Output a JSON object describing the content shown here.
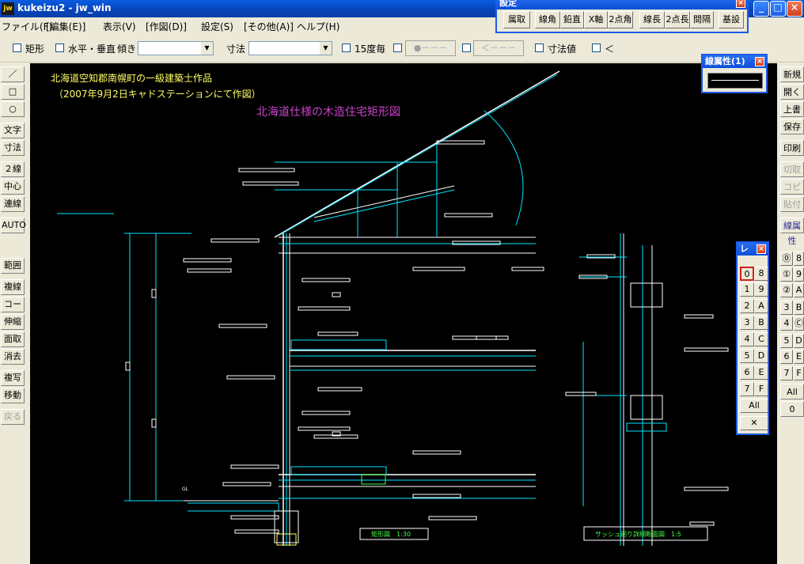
{
  "window": {
    "app_icon": "jw",
    "title": "kukeizu2 - jw_win",
    "minimize": "_",
    "maximize": "□",
    "close": "×"
  },
  "menu": [
    "ファイル(F)",
    "[編集(E)]",
    "表示(V)",
    "[作図(D)]",
    "設定(S)",
    "[その他(A)]",
    "ヘルプ(H)"
  ],
  "toolbar": {
    "rect_label": "矩形",
    "hv_label": "水平・垂直",
    "tilt_label": "傾き",
    "tilt_value": "",
    "dim_label": "寸法",
    "dim_value": "",
    "deg15_label": "15度毎",
    "btn_a": "●－－－",
    "btn_b": "＜－－－",
    "dimval_label": "寸法値",
    "lt_label": "＜"
  },
  "left_tools": [
    "／",
    "□",
    "○",
    "文字",
    "寸法",
    "２線",
    "中心線",
    "連線",
    "AUTO",
    "範囲",
    "複線",
    "コーナー",
    "伸縮",
    "面取",
    "消去",
    "複写",
    "移動",
    "戻る"
  ],
  "right_tools": [
    "新規",
    "開く",
    "上書",
    "保存",
    "印刷",
    "切取",
    "コピー",
    "貼付",
    "線属性"
  ],
  "right_layers": [
    "⓪",
    "8",
    "①",
    "9",
    "②",
    "A",
    "3",
    "B",
    "4",
    "Ⓒ",
    "5",
    "D",
    "6",
    "E",
    "7",
    "F",
    "All",
    "0"
  ],
  "settings_panel": {
    "title": "設定",
    "buttons": [
      "属取",
      "線角",
      "鉛直",
      "X軸",
      "2点角",
      "線長",
      "2点長",
      "間隔",
      "基設"
    ]
  },
  "line_attr_panel": {
    "title": "線属性(1)"
  },
  "layer_panel": {
    "title": "レ",
    "cells": [
      "0",
      "8",
      "1",
      "9",
      "2",
      "A",
      "3",
      "B",
      "4",
      "C",
      "5",
      "D",
      "6",
      "E",
      "7",
      "F"
    ],
    "all": "All",
    "x": "✕"
  },
  "drawing": {
    "note_line1": "北海道空知郡南幌町の一級建築士作品",
    "note_line2": "（2007年9月2日キャドステーションにて作図）",
    "title": "北海道仕様の木造住宅矩形図",
    "scale_label_1": "矩形図　1:30",
    "scale_label_2": "サッシュ廻り詳細断面図　1:5",
    "gl_label": "GL"
  },
  "colors": {
    "cyan": "#00e5ff",
    "white": "#ffffff",
    "yellow": "#ffff66",
    "magenta": "#cc44cc",
    "green": "#44ff44"
  }
}
